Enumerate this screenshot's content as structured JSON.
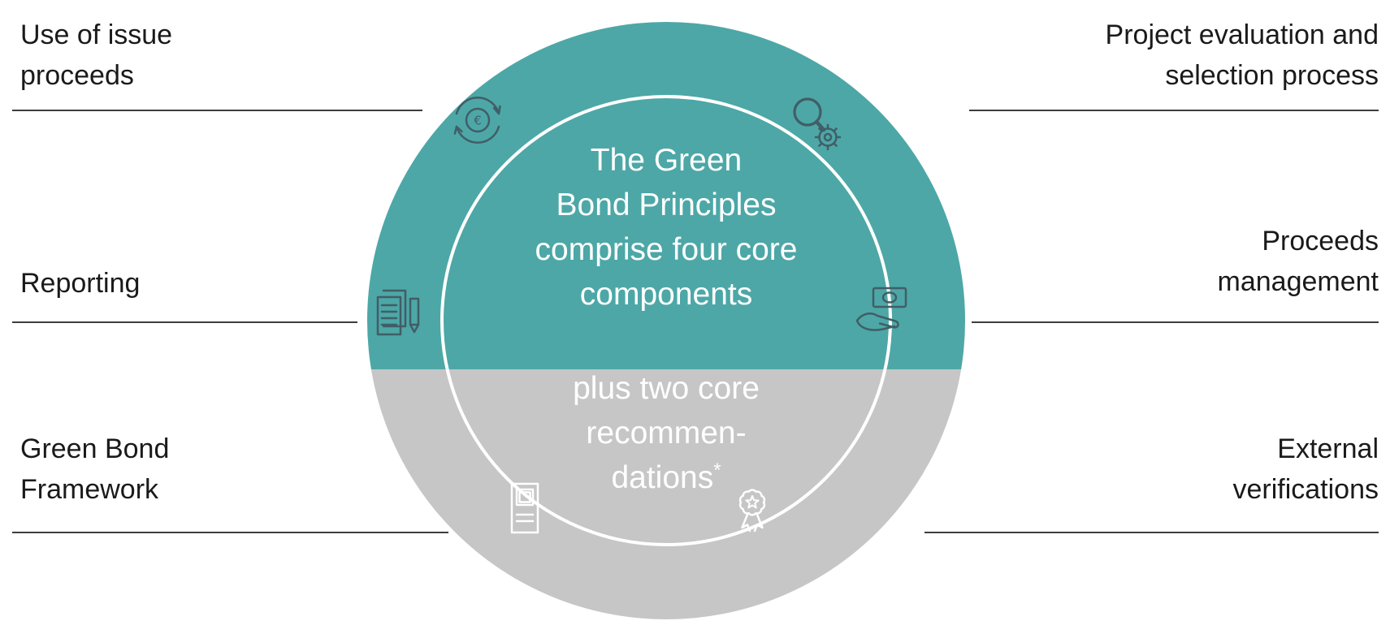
{
  "center": {
    "top_lines": [
      "The Green",
      "Bond Principles",
      "comprise four core",
      "components"
    ],
    "bottom_lines": [
      "plus two core",
      "recommen-"
    ],
    "bottom_last_base": "dations",
    "bottom_last_sup": "*"
  },
  "labels": {
    "top_left": [
      "Use of issue",
      "proceeds"
    ],
    "top_right": [
      "Project evaluation and",
      "selection process"
    ],
    "mid_left": [
      "Reporting"
    ],
    "mid_right": [
      "Proceeds",
      "management"
    ],
    "bottom_left": [
      "Green Bond",
      "Framework"
    ],
    "bottom_right": [
      "External",
      "verifications"
    ]
  },
  "icons": {
    "euro_symbol": "€",
    "top_left": "euro-cycle-icon",
    "top_right": "search-gear-icon",
    "mid_left": "documents-pencil-icon",
    "mid_right": "hand-banknote-icon",
    "bottom_left": "framework-document-icon",
    "bottom_right": "award-ribbon-icon"
  },
  "colors": {
    "teal": "#4da7a7",
    "circle_gray": "#c6c6c6",
    "icon_dark": "#415e66",
    "icon_light": "#ffffff",
    "label_text": "#1a1a1a",
    "center_text": "#ffffff",
    "divider": "#3d3d3d"
  }
}
